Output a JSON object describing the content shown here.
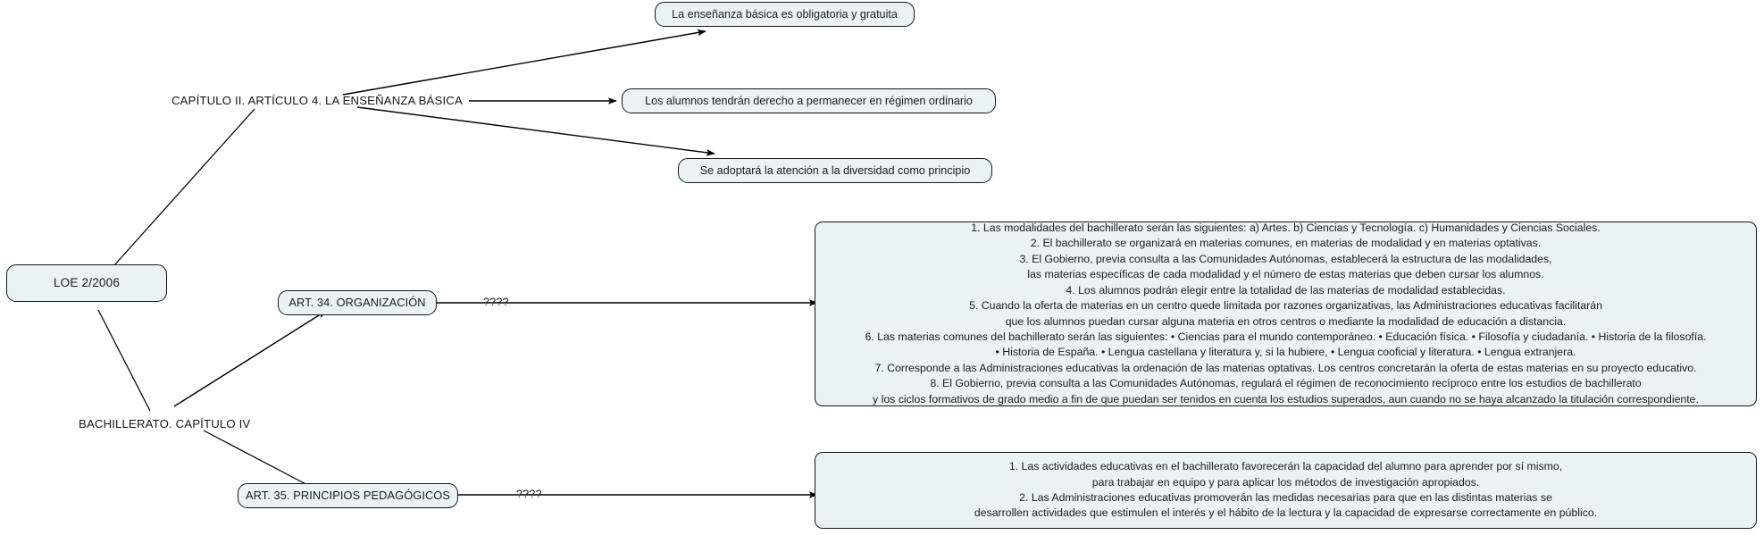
{
  "diagram": {
    "title_root": "LOE 2/2006",
    "background_color": "#ffffff",
    "node_fill": "#eaf2f3",
    "node_stroke": "#13181d",
    "edge_color": "#000000",
    "nodes": {
      "root": "LOE 2/2006",
      "capitulo2": "CAPÍTULO II. ARTÍCULO 4. LA ENSEÑANZA BÁSICA",
      "bachillerato": "BACHILLERATO. CAPÍTULO IV",
      "art34": "ART. 34. ORGANIZACIÓN",
      "art35": "ART. 35. PRINCIPIOS PEDAGÓGICOS",
      "leaf1": "La enseñanza básica es obligatoria y gratuita",
      "leaf2": "Los alumnos tendrán derecho a permanecer en régimen ordinario",
      "leaf3": "Se adoptará la atención a la diversidad como principio",
      "art34_detail": "1. Las modalidades del bachillerato serán las siguientes: a) Artes. b) Ciencias y Tecnología. c) Humanidades y Ciencias Sociales.\n2. El bachillerato se organizará en materias comunes, en materias de modalidad y en materias optativas.\n3. El Gobierno, previa consulta a las Comunidades Autónomas, establecerá la estructura de las modalidades,\nlas materias específicas de cada modalidad y el número de estas materias que deben cursar los alumnos.\n4. Los alumnos podrán elegir entre la totalidad de las materias de modalidad establecidas.\n5. Cuando la oferta de materias en un centro quede limitada por razones organizativas, las Administraciones educativas facilitarán\nque los alumnos puedan cursar alguna materia en otros centros o mediante la modalidad de educación a distancia.\n6. Las materias comunes del bachillerato serán las siguientes: • Ciencias para el mundo contemporáneo. • Educación física. • Filosofía y ciudadanía. • Historia de la filosofía.\n• Historia de España. • Lengua castellana y literatura y, si la hubiere, • Lengua cooficial y literatura. • Lengua extranjera.\n7. Corresponde a las Administraciones educativas la ordenación de las materias optativas. Los centros concretarán la oferta de estas materias en su proyecto educativo.\n8. El Gobierno, previa consulta a las Comunidades Autónomas, regulará el régimen de reconocimiento recíproco entre los estudios de bachillerato\ny los ciclos formativos de grado medio a fin de que puedan ser tenidos en cuenta los estudios superados, aun cuando no se haya alcanzado la titulación correspondiente.",
      "art35_detail": "1. Las actividades educativas en el bachillerato favorecerán la capacidad del alumno para aprender por sí mismo,\npara trabajar en equipo y para aplicar los métodos de investigación apropiados.\n2. Las Administraciones educativas promoverán las medidas necesarias para que en las distintas materias se\ndesarrollen actividades que estimulen el interés y el hábito de la lectura y la capacidad de expresarse correctamente en público."
    },
    "edge_labels": {
      "art34_edge": "????",
      "art35_edge": "????"
    }
  }
}
